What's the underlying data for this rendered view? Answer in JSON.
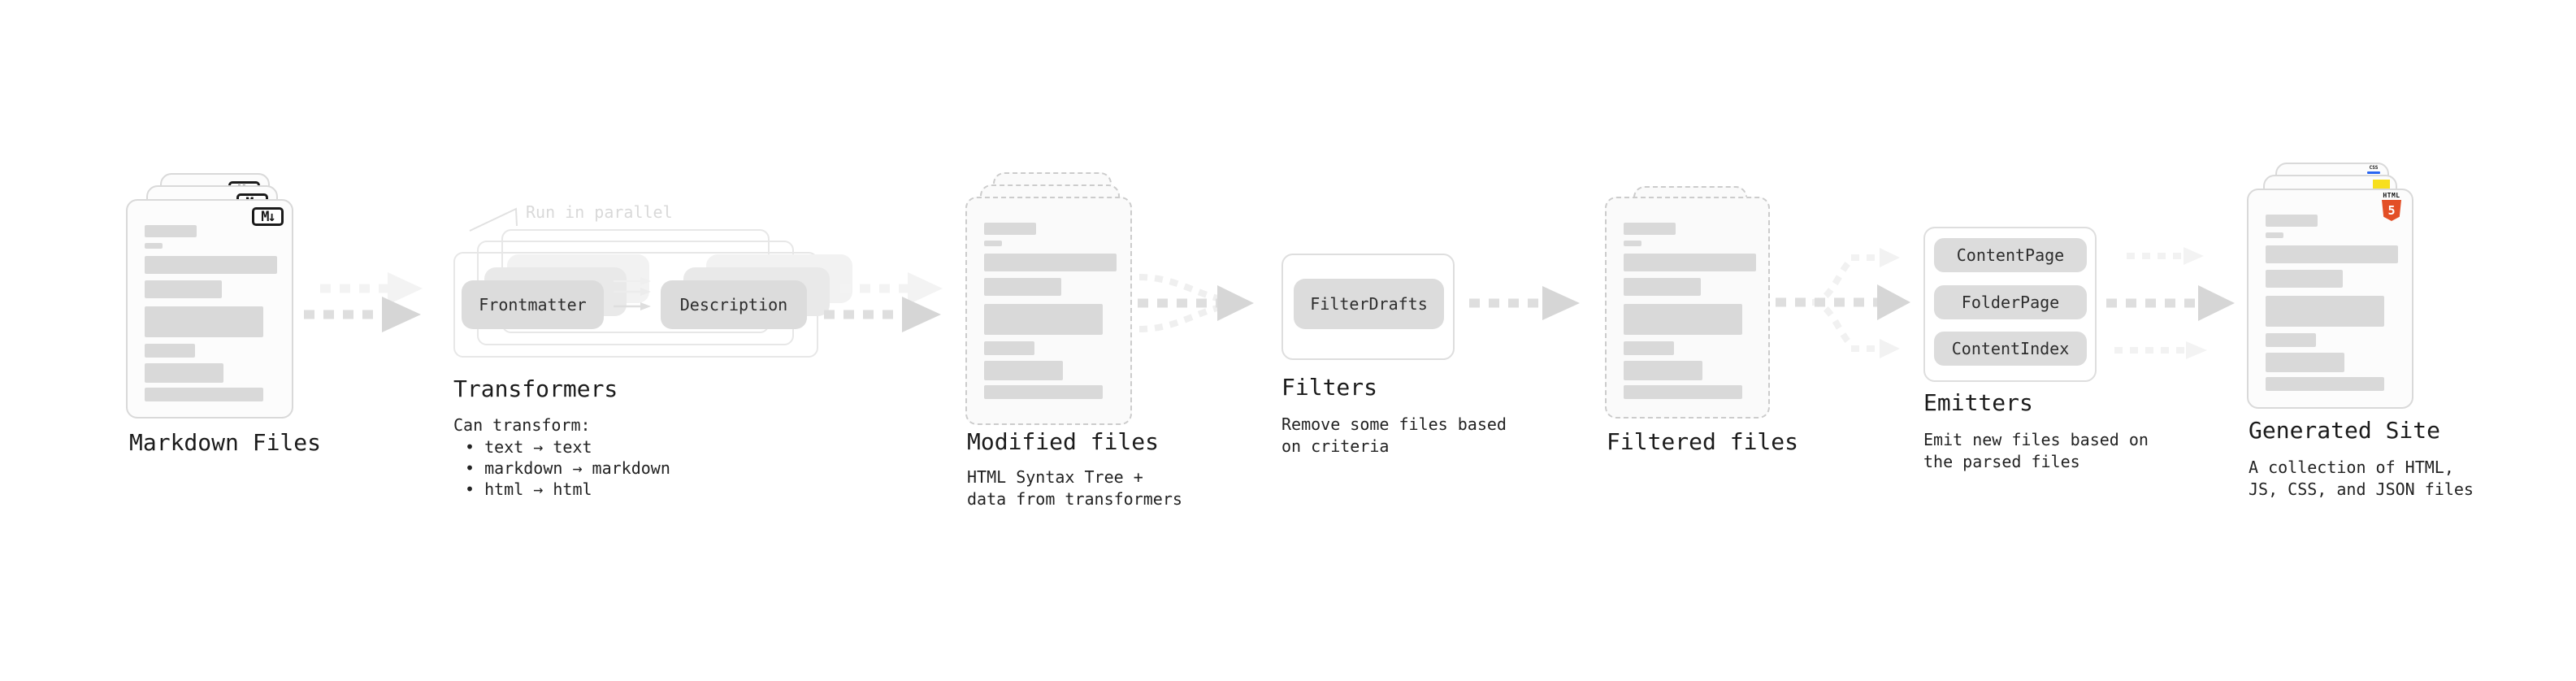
{
  "stages": {
    "markdown_files": {
      "label": "Markdown Files",
      "badge_icon": "M↓"
    },
    "transformers": {
      "label": "Transformers",
      "annotation": "Run in parallel",
      "pill_frontmatter": "Frontmatter",
      "pill_description": "Description",
      "caption_title": "Can transform:",
      "caption_items": [
        "• text → text",
        "• markdown → markdown",
        "• html → html"
      ]
    },
    "modified_files": {
      "label": "Modified files",
      "caption_lines": [
        "HTML Syntax Tree +",
        "data from transformers"
      ]
    },
    "filters": {
      "label": "Filters",
      "pill": "FilterDrafts",
      "caption_lines": [
        "Remove some files based",
        "on criteria"
      ]
    },
    "filtered_files": {
      "label": "Filtered files"
    },
    "emitters": {
      "label": "Emitters",
      "pills": [
        "ContentPage",
        "FolderPage",
        "ContentIndex"
      ],
      "caption_lines": [
        "Emit new files based on",
        "the parsed files"
      ]
    },
    "generated_site": {
      "label": "Generated Site",
      "caption_lines": [
        "A collection of HTML,",
        "JS, CSS, and JSON files"
      ],
      "badges": {
        "html5_label": "HTML",
        "html5_number": "5",
        "css_label": "CSS"
      }
    }
  },
  "colors": {
    "html5_orange": "#e34f26",
    "js_yellow": "#f7df1e",
    "css_blue": "#2965f1",
    "doc_border": "#d9d9d9",
    "skeleton_bar": "#d9d9d9",
    "arrow_gray": "#d6d6d6"
  }
}
